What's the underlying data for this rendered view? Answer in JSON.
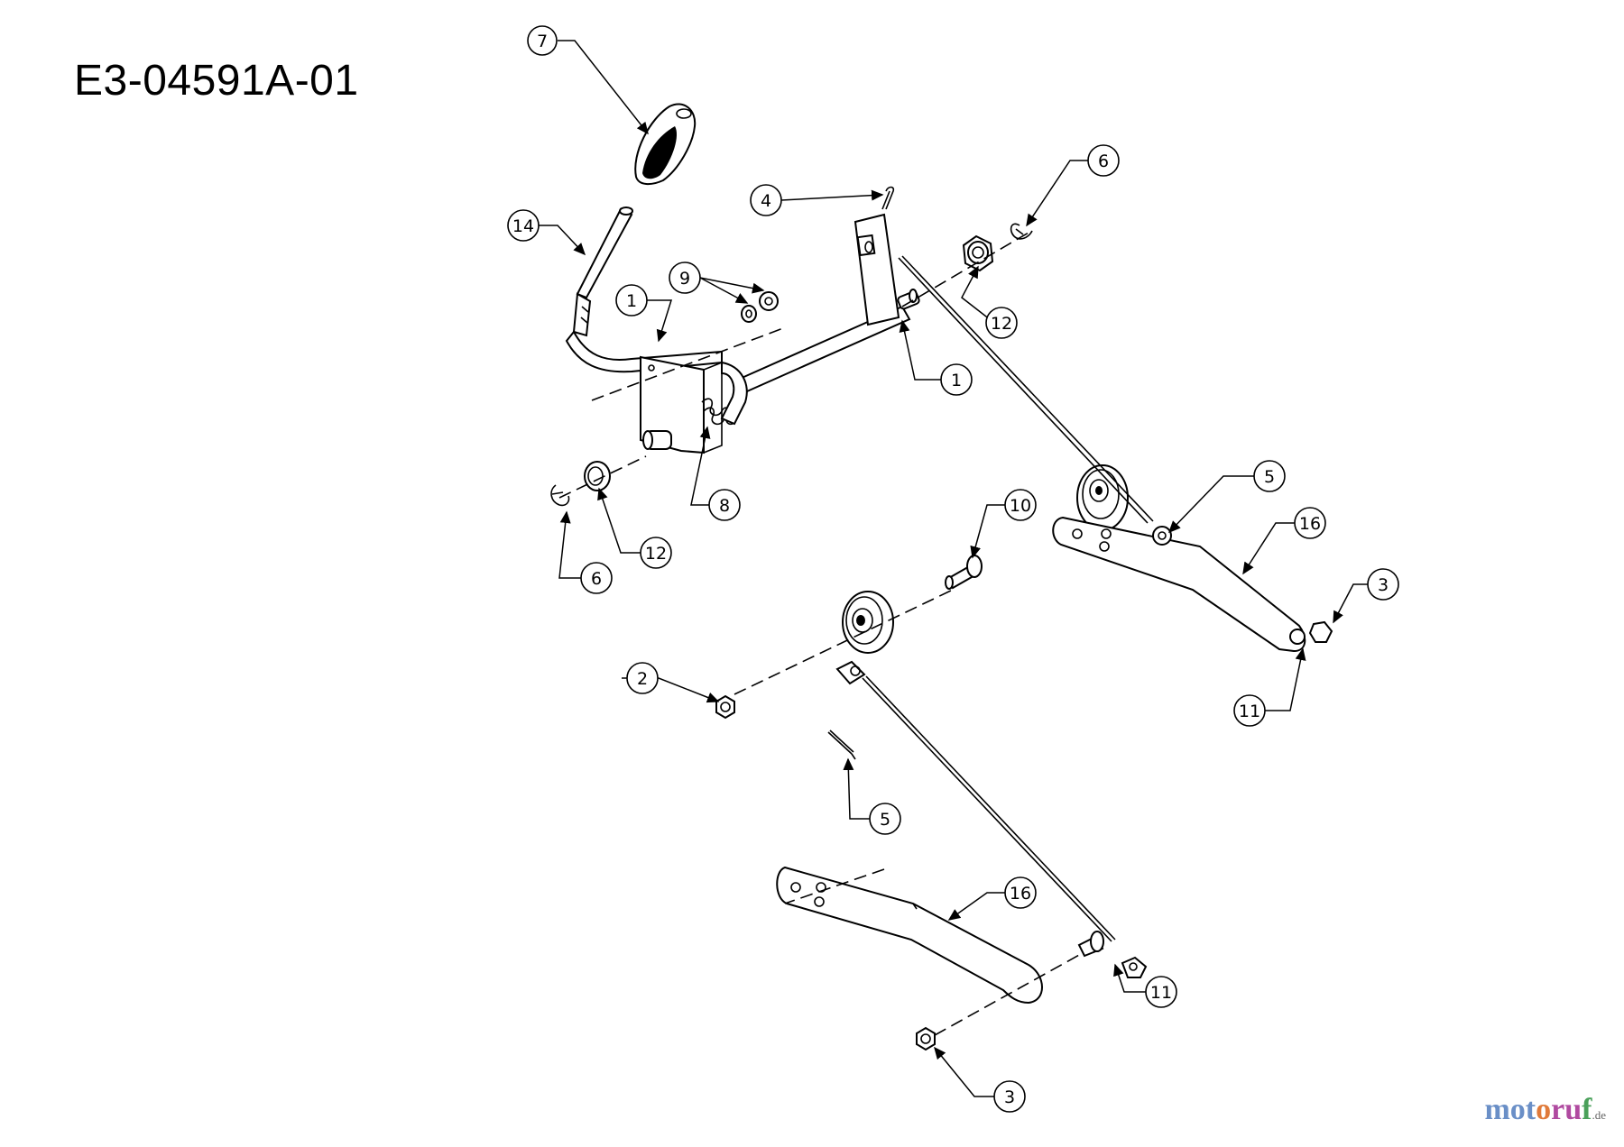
{
  "diagram": {
    "code": "E3-04591A-01",
    "brand": {
      "p1": "mot",
      "p2": "o",
      "p3": "ru",
      "p4": "f",
      "tld": ".de"
    },
    "callouts": {
      "c1a": "1",
      "c1b": "1",
      "c2": "2",
      "c3a": "3",
      "c3b": "3",
      "c4": "4",
      "c5a": "5",
      "c5b": "5",
      "c6a": "6",
      "c6b": "6",
      "c7": "7",
      "c8": "8",
      "c9": "9",
      "c10": "10",
      "c11a": "11",
      "c11b": "11",
      "c12a": "12",
      "c12b": "12",
      "c14": "14",
      "c16a": "16",
      "c16b": "16"
    }
  }
}
